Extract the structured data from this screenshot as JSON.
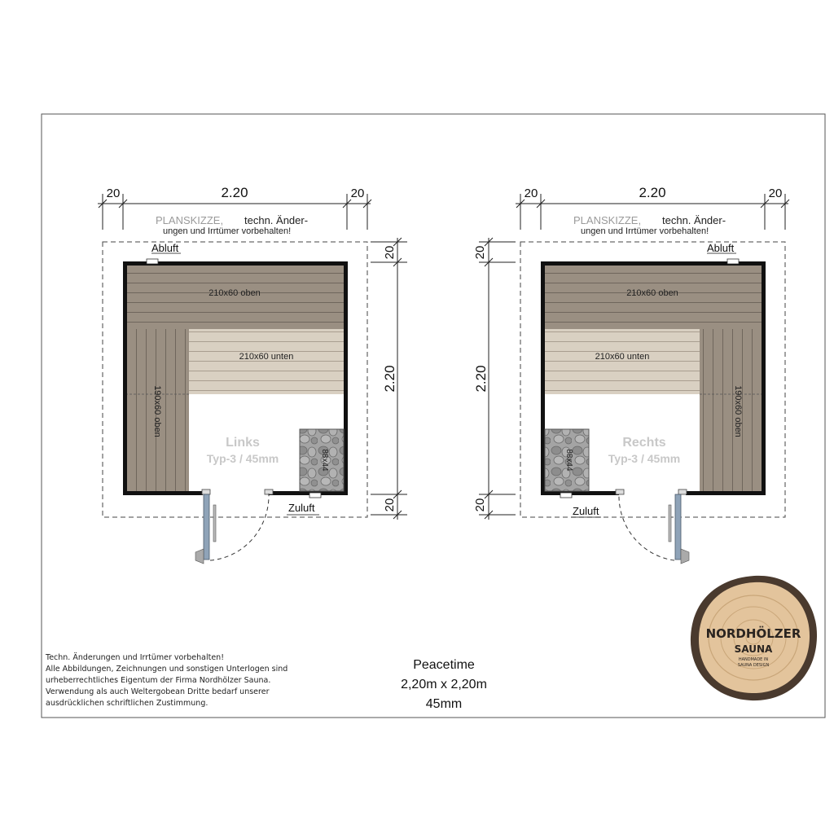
{
  "dimensions": {
    "width": "2.20",
    "margin": "20",
    "height": "2.20"
  },
  "note": {
    "planskizze": "PLANSKIZZE,",
    "line1_rest": "techn. Änder-",
    "line2": "ungen und Irrtümer vorbehalten!"
  },
  "plans": [
    {
      "abluft": "Abluft",
      "zuluft": "Zuluft",
      "bench_top": "210x60 oben",
      "bench_bottom": "210x60 unten",
      "bench_side": "190x60 oben",
      "model": "Links",
      "typ": "Typ-3 / 45mm",
      "stove": "88x44"
    },
    {
      "abluft": "Abluft",
      "zuluft": "Zuluft",
      "bench_top": "210x60 oben",
      "bench_bottom": "210x60 unten",
      "bench_side": "190x60 oben",
      "model": "Rechts",
      "typ": "Typ-3 / 45mm",
      "stove": "88x44"
    }
  ],
  "disclaimer": [
    "Techn. Änderungen und Irrtümer vorbehalten!",
    "Alle Abbildungen, Zeichnungen und sonstigen Unterlogen sind",
    "urheberrechtliches Eigentum der Firma Nordhölzer Sauna.",
    "Verwendung als auch Weltergobean Dritte bedarf unserer",
    "ausdrücklichen schriftlichen Zustimmung."
  ],
  "product": {
    "name": "Peacetime",
    "size": "2,20m x 2,20m",
    "thickness": "45mm"
  },
  "logo": {
    "line1": "NORDHÖLZER",
    "line2": "SAUNA",
    "tag1": "HANDMADE IN",
    "tag2": "SAUNA DESIGN"
  },
  "colors": {
    "bench_dark": "#9a8f82",
    "bench_light": "#d6cdbf",
    "wall": "#111111",
    "stove": "#a9a9a9",
    "wood": "#e3c49c"
  }
}
